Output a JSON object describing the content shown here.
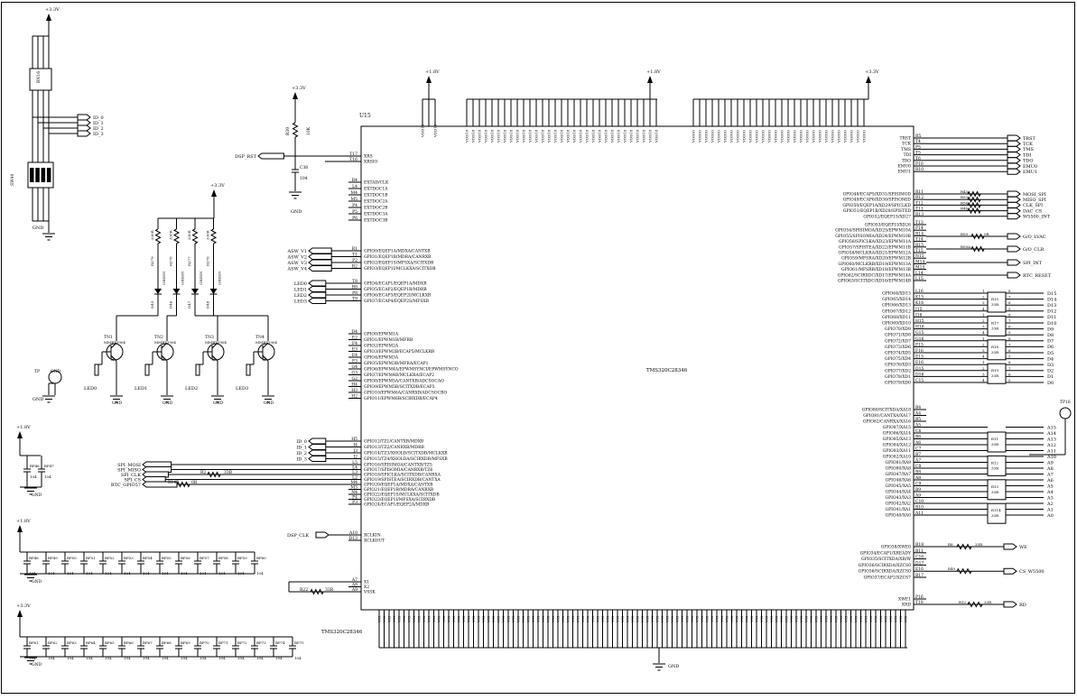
{
  "rails": {
    "v33": "+3.3V",
    "v18": "+1.8V",
    "gnd": "GND"
  },
  "chip": {
    "ref": "U15",
    "part": "TMS320C28346",
    "part_bottom": "TMS320C28346"
  },
  "dip_switch": {
    "ref": "SW40",
    "resistor_pack": "RN16",
    "nets": [
      "ID_0",
      "ID_1",
      "ID_2",
      "ID_3"
    ]
  },
  "reset": {
    "net": "DSP_RST",
    "resistor": "R39",
    "value": "10K",
    "cap": "C38",
    "cap_value": "104",
    "pins": [
      {
        "num": "T17",
        "name": "XRS"
      },
      {
        "num": "T16",
        "name": "XRSIO"
      }
    ]
  },
  "ext_clk": {
    "pins": [
      {
        "num": "R4",
        "name": "EXTAD/CLK"
      },
      {
        "num": "L4",
        "name": "EXTDOC1A"
      },
      {
        "num": "M4",
        "name": "EXTDOC1B"
      },
      {
        "num": "M5",
        "name": "EXTDOC2A"
      },
      {
        "num": "P4",
        "name": "EXTDOC2B"
      },
      {
        "num": "P5",
        "name": "EXTDOC3A"
      },
      {
        "num": "P6",
        "name": "EXTDOC3B"
      }
    ]
  },
  "asw": {
    "nets": [
      "ASW_V1",
      "ASW_V2",
      "ASW_V3",
      "ASW_V4"
    ],
    "pins": [
      {
        "num": "R1",
        "name": "GPIO0/EQEP1A/MDXA/CANTXB"
      },
      {
        "num": "T1",
        "name": "GPIO1/EQEP1B/MDRA/CANRXB"
      },
      {
        "num": "P2",
        "name": "GPIO2/EQEP1S/MFSXA/SCITXDB"
      },
      {
        "num": "R2",
        "name": "GPIO3/EQEP1I/MCLKXA/SCITXDB"
      }
    ]
  },
  "led_nets": {
    "nets": [
      "LED0",
      "LED1",
      "LED2",
      "LED3"
    ],
    "pins": [
      {
        "num": "T8",
        "name": "GPIO4/ECAP1/EQEP1A/MDXB"
      },
      {
        "num": "R8",
        "name": "GPIO5/ECAP2/EQEP1B/MDRB"
      },
      {
        "num": "P8",
        "name": "GPIO6/ECAP3/EQEP2I/MCLKXB"
      },
      {
        "num": "T9",
        "name": "GPIO7/ECAP4/EQEP2S/MFSXB"
      }
    ]
  },
  "pwm": {
    "pins": [
      {
        "num": "D4",
        "name": "GPIO0/EPWM1A"
      },
      {
        "num": "E2",
        "name": "GPIO1/EPWM1B/MFRB"
      },
      {
        "num": "F4",
        "name": "GPIO2/EPWM2A"
      },
      {
        "num": "E3",
        "name": "GPIO3/EPWM2B/ECAP5/MCLKRB"
      },
      {
        "num": "E4",
        "name": "GPIO4/EPWM3A"
      },
      {
        "num": "F3",
        "name": "GPIO5/EPWM3B/MFRA/ECAP1"
      },
      {
        "num": "G4",
        "name": "GPIO6/EPWM4A/EPWMSYNCI/EPWMSYNCO"
      },
      {
        "num": "G3",
        "name": "GPIO7/EPWM4B/MCLKRA/ECAP2"
      },
      {
        "num": "G2",
        "name": "GPIO8/EPWM5A/CANTXB/ADCSOCAO"
      },
      {
        "num": "H4",
        "name": "GPIO9/EPWM5B/SCITXDB/ECAP3"
      },
      {
        "num": "H3",
        "name": "GPIO10/EPWM6A/CANRXB/ADCSOCBO"
      },
      {
        "num": "H2",
        "name": "GPIO11/EPWM6B/SCIRXDB/ECAP4"
      }
    ]
  },
  "id_pins": {
    "nets": [
      "ID_0",
      "ID_1",
      "ID_2",
      "ID_3"
    ],
    "pins": [
      {
        "num": "H5",
        "name": "GPIO12/TZ1/CANTXB/MDXB"
      },
      {
        "num": "J4",
        "name": "GPIO13/TZ2/CANRXB/MDRB"
      },
      {
        "num": "J3",
        "name": "GPIO14/TZ3/XHOLD/SCITXDB/MCLKXB"
      },
      {
        "num": "J2",
        "name": "GPIO15/TZ4/XHOLDA/SCIRXDB/MFSXB"
      }
    ]
  },
  "spi_pins": {
    "nets": [
      "SPI_MOSI",
      "SPI_MISO",
      "SPI_CLK",
      "SPI_CS",
      "RTC_GPIO57"
    ],
    "resistors": [
      {
        "ref": "R2",
        "value": "33R"
      },
      {
        "ref": "R147",
        "value": "0R"
      }
    ],
    "pins": [
      {
        "num": "L5",
        "name": "GPIO16/SPISIMOA/CANTXB/TZ5"
      },
      {
        "num": "L4",
        "name": "GPIO17/SPISOMIA/CANRXB/TZ6"
      },
      {
        "num": "L3",
        "name": "GPIO18/SPICLKA/SCITXDB/CANRXA"
      },
      {
        "num": "L2",
        "name": "GPIO19/SPISTEA/SCIRXDB/CANTXA"
      },
      {
        "num": "M4",
        "name": "GPIO20/EQEP1A/MDXA/CANTXB"
      },
      {
        "num": "M3",
        "name": "GPIO21/EQEP1B/MDRA/CANRXB"
      },
      {
        "num": "N4",
        "name": "GPIO22/EQEP1S/MCLKXA/SCITXDB"
      },
      {
        "num": "P4",
        "name": "GPIO23/EQEP1I/MFSXA/SCIRXDB"
      },
      {
        "num": "P3",
        "name": "GPIO24/ECAP1/EQEP2A/MDXB"
      }
    ]
  },
  "clock": {
    "net": "DSP_CLK",
    "pins": [
      {
        "num": "A10",
        "name": "XCLKIN"
      },
      {
        "num": "D13",
        "name": "XCLKOUT"
      }
    ]
  },
  "osc": {
    "resistor": "R22",
    "value": "33R",
    "pins": [
      {
        "num": "A7",
        "name": "X1"
      },
      {
        "num": "A8",
        "name": "X2"
      },
      {
        "num": "A9",
        "name": "VSSK"
      }
    ]
  },
  "tp_left": {
    "ref": "TP",
    "label": "GND"
  },
  "transistors": [
    {
      "ref": "TN1",
      "part": "MMBT3904",
      "led": "LED0",
      "r": "R279",
      "led_ref": "D45"
    },
    {
      "ref": "TN2",
      "part": "MMBT3904",
      "led": "LED1",
      "r": "R278",
      "led_ref": "D46"
    },
    {
      "ref": "TN3",
      "part": "MMBT3904",
      "led": "LED2",
      "r": "R277",
      "led_ref": "D47"
    },
    {
      "ref": "TN4",
      "part": "MMBT3904",
      "led": "LED3",
      "r": "R276",
      "led_ref": "D48"
    }
  ],
  "led_color": "GREEN",
  "led_res_value": "330R",
  "decap_18": {
    "rail": "+1.8V",
    "first": [
      "BP46",
      "BP47"
    ],
    "caps": [
      "BP48",
      "BP49",
      "BP50",
      "BP51",
      "BP52",
      "BP53",
      "BP54",
      "BP55",
      "BP56",
      "BP57",
      "BP58",
      "BP59",
      "BP60"
    ],
    "value": "104"
  },
  "decap_33": {
    "rail": "+3.3V",
    "caps": [
      "BP61",
      "BP62",
      "BP63",
      "BP64",
      "BP65",
      "BP66",
      "BP67",
      "BP68",
      "BP69",
      "BP70",
      "BP71",
      "BP72",
      "BP73",
      "BP74",
      "BP75"
    ],
    "value": "104"
  },
  "top_power": {
    "vdd18": "VDD18",
    "vddio": "VDDIO"
  },
  "jtag": {
    "pins": [
      {
        "num": "R5",
        "name": "TRST",
        "net": "TRST"
      },
      {
        "num": "T4",
        "name": "TCK",
        "net": "TCK"
      },
      {
        "num": "P5",
        "name": "TMS",
        "net": "TMS"
      },
      {
        "num": "T5",
        "name": "TDI",
        "net": "TDI"
      },
      {
        "num": "T6",
        "name": "TDO",
        "net": "TDO"
      },
      {
        "num": "P10",
        "name": "EMU0",
        "net": "EMU0"
      },
      {
        "num": "R10",
        "name": "EMU1",
        "net": "EMU1"
      }
    ]
  },
  "right_spi": {
    "pins": [
      {
        "num": "R11",
        "name": "GPIO48/ECAP5/XD31/SPISIMOD",
        "res": "R43",
        "net": "MOSI_SPI"
      },
      {
        "num": "R12",
        "name": "GPIO49/ECAP6/XD30/SPISOMID",
        "res": "R53",
        "net": "MISO_SPI"
      },
      {
        "num": "T12",
        "name": "GPIO50/EQEP1A/XD29/SPICLKD",
        "res": "R54",
        "net": "CLK_SPI"
      },
      {
        "num": "T11",
        "name": "GPIO51/EQEP1B/XD28/SPISTED",
        "res": "R46",
        "net": "DAC_CS"
      },
      {
        "num": "R13",
        "name": "GPIO52/EQEP1S/XD27",
        "res": "",
        "net": "W5500_INT"
      }
    ]
  },
  "right_misc": {
    "res_a": "R59",
    "res_a_value": "0R",
    "net_a": "G/O_LVAC",
    "res_b": "R59A",
    "net_b": "G/O_CLR",
    "net_c": "SPI_INT",
    "net_d": "RTC_RESET",
    "pins": [
      {
        "num": "T13",
        "name": "GPIO53/EQEP1I/XD26"
      },
      {
        "num": "P14",
        "name": "GPIO54/SPISIMOA/XD25/EPWM10A"
      },
      {
        "num": "R14",
        "name": "GPIO55/SPISOMIA/XD24/EPWM10B"
      },
      {
        "num": "T14",
        "name": "GPIO56/SPICLKA/XD23/EPWM11A"
      },
      {
        "num": "R15",
        "name": "GPIO57/SPISTEA/XD22/EPWM11B"
      },
      {
        "num": "T15",
        "name": "GPIO58/MCLKRA/XD21/EPWM12A"
      },
      {
        "num": "N15",
        "name": "GPIO59/MFSRA/XD20/EPWM12B"
      },
      {
        "num": "M14",
        "name": "GPIO60/MCLKRB/XD19/EPWM13A"
      },
      {
        "num": "M15",
        "name": "GPIO61/MFSRB/XD18/EPWM13B"
      },
      {
        "num": "L14",
        "name": "GPIO62/SCIRXDC/XD17/EPWM14A"
      },
      {
        "num": "L15",
        "name": "GPIO63/SCITXDC/XD16/EPWM14B"
      }
    ]
  },
  "data_bus": {
    "pins": [
      {
        "num": "L16",
        "name": "GPIO64/XD15"
      },
      {
        "num": "K15",
        "name": "GPIO65/XD14"
      },
      {
        "num": "K16",
        "name": "GPIO66/XD13"
      },
      {
        "num": "J15",
        "name": "GPIO67/XD12"
      },
      {
        "num": "J16",
        "name": "GPIO68/XD11"
      },
      {
        "num": "H15",
        "name": "GPIO69/XD10"
      },
      {
        "num": "H16",
        "name": "GPIO70/XD9"
      },
      {
        "num": "G15",
        "name": "GPIO71/XD8"
      },
      {
        "num": "G16",
        "name": "GPIO72/XD7"
      },
      {
        "num": "F15",
        "name": "GPIO73/XD6"
      },
      {
        "num": "F16",
        "name": "GPIO74/XD5"
      },
      {
        "num": "E15",
        "name": "GPIO75/XD4"
      },
      {
        "num": "E16",
        "name": "GPIO76/XD3"
      },
      {
        "num": "D15",
        "name": "GPIO77/XD2"
      },
      {
        "num": "D16",
        "name": "GPIO78/XD1"
      },
      {
        "num": "C15",
        "name": "GPIO79/XD0"
      }
    ],
    "packs": [
      "R15",
      "R17",
      "R18",
      "R19"
    ],
    "pack_value": "33R",
    "nets": [
      "D15",
      "D14",
      "D13",
      "D12",
      "D11",
      "D10",
      "D9",
      "D8",
      "D7",
      "D6",
      "D5",
      "D4",
      "D3",
      "D2",
      "D1",
      "D0"
    ]
  },
  "addr_bus": {
    "pins": [
      {
        "num": "B4",
        "name": "GPIO80/SCITXDA/XA18"
      },
      {
        "num": "A4",
        "name": "GPIO81/CANTXA/XA17"
      },
      {
        "num": "B5",
        "name": "GPIO82/CANRXA/XA16"
      },
      {
        "num": "A5",
        "name": "GPIO87/XA15"
      },
      {
        "num": "C6",
        "name": "GPIO86/XA14"
      },
      {
        "num": "B6",
        "name": "GPIO85/XA13"
      },
      {
        "num": "A6",
        "name": "GPIO84/XA12"
      },
      {
        "num": "C7",
        "name": "GPIO83/XA11"
      },
      {
        "num": "B7",
        "name": "GPIO82/XA10"
      },
      {
        "num": "A7",
        "name": "GPIO81/XA9"
      },
      {
        "num": "C8",
        "name": "GPIO80/XA8"
      },
      {
        "num": "B8",
        "name": "GPIO47/XA7"
      },
      {
        "num": "A8",
        "name": "GPIO46/XA6"
      },
      {
        "num": "C9",
        "name": "GPIO45/XA5"
      },
      {
        "num": "B9",
        "name": "GPIO44/XA4"
      },
      {
        "num": "A9",
        "name": "GPIO43/XA3"
      },
      {
        "num": "C10",
        "name": "GPIO42/XA2"
      },
      {
        "num": "B10",
        "name": "GPIO41/XA1"
      },
      {
        "num": "A11",
        "name": "GPIO40/XA0"
      }
    ],
    "packs": [
      "R11",
      "R12",
      "R13",
      "R114"
    ],
    "pack_value": "33R",
    "nets": [
      "A15",
      "A14",
      "A13",
      "A12",
      "A11",
      "A10",
      "A9",
      "A8",
      "A7",
      "A6",
      "A5",
      "A4",
      "A3",
      "A2",
      "A1",
      "A0"
    ],
    "tp": "TP16"
  },
  "ctrl": {
    "pins": [
      {
        "num": "R18",
        "name": "GPIO38/XWE0",
        "res": "R8",
        "value": "33R",
        "net": "WE"
      },
      {
        "num": "B11",
        "name": "GPIO34/ECAP1/XREADY",
        "res": "",
        "value": "",
        "net": ""
      },
      {
        "num": "C16",
        "name": "GPIO35/SCITXDA/XR/W",
        "res": "",
        "value": "",
        "net": ""
      },
      {
        "num": "D17",
        "name": "GPIO36/SCIRXDA/XZCS0",
        "res": "",
        "value": "",
        "net": ""
      },
      {
        "num": "E16",
        "name": "GPIO36/SCIRXDA/XZCS0",
        "res": "R49",
        "value": "",
        "net": "CS_W5500"
      },
      {
        "num": "B17",
        "name": "GPIO37/ECAP2/XZCS7",
        "res": "",
        "value": "",
        "net": ""
      }
    ],
    "rd_pins": [
      {
        "num": "P16",
        "name": "XWE1"
      },
      {
        "num": "T18",
        "name": "XRD"
      }
    ],
    "rd_res": "R12",
    "rd_value": "33R",
    "rd_net": "RD"
  }
}
